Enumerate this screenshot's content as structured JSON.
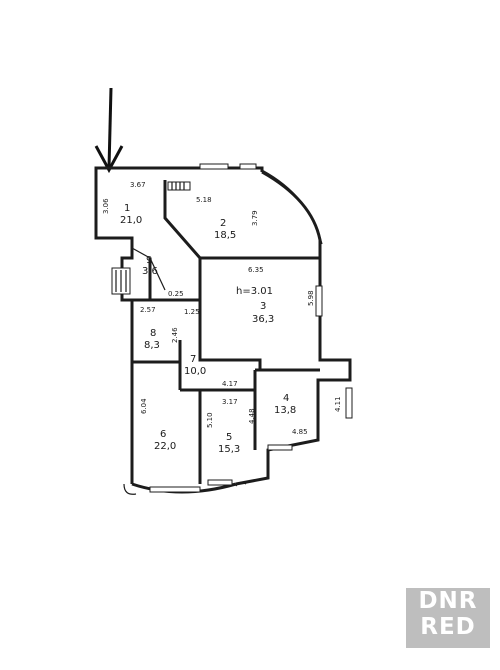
{
  "rooms": [
    {
      "num": "1",
      "area": "21,0"
    },
    {
      "num": "2",
      "area": "18,5"
    },
    {
      "num": "3",
      "area": "36,3",
      "height": "h=3.01"
    },
    {
      "num": "4",
      "area": "13,8"
    },
    {
      "num": "5",
      "area": "15,3"
    },
    {
      "num": "6",
      "area": "22,0"
    },
    {
      "num": "7",
      "area": "10,0"
    },
    {
      "num": "8",
      "area": "8,3"
    },
    {
      "num": "9",
      "area": "3,6"
    }
  ],
  "dimensions": [
    "3.06",
    "3.67",
    "5.18",
    "3.79",
    "6.35",
    "5.98",
    "2.57",
    "2.46",
    "1.25",
    "0.25",
    "4.17",
    "3.17",
    "4.48",
    "4.11",
    "4.85",
    "5.10",
    "6.04"
  ],
  "watermark": {
    "line1": "DNR",
    "line2": "RED"
  },
  "colors": {
    "ink": "#1c1c1c",
    "background": "#ffffff",
    "watermark": "#8a8a8a"
  }
}
